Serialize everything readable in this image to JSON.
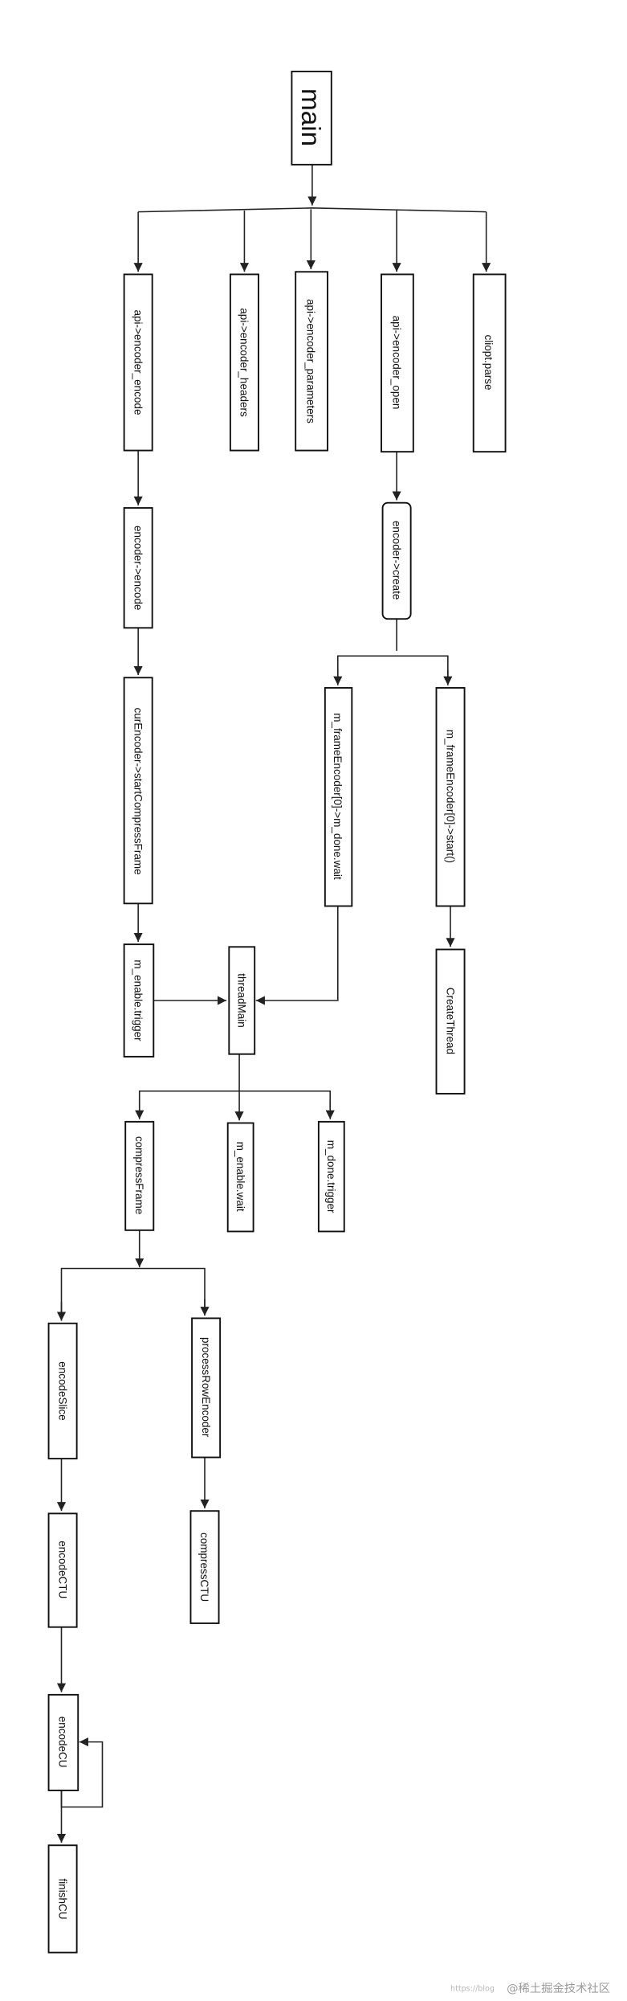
{
  "diagram": {
    "nodes": {
      "main": "main",
      "api_encode": "api->encoder_encode",
      "api_headers": "api->encoder_headers",
      "api_parameters": "api->encoder_parameters",
      "api_open": "api->encoder_open",
      "cliopt_parse": "cliopt.parse",
      "encoder_encode": "encoder->encode",
      "encoder_create": "encoder->create",
      "start_compress": "curEncoder->startCompressFrame",
      "done_wait": "m_frameEncoder[0]->m_done.wait",
      "frame_start": "m_frameEncoder[0]->start()",
      "enable_trigger": "m_enable.trigger",
      "thread_main": "threadMain",
      "create_thread": "CreateThread",
      "compress_frame": "compressFrame",
      "enable_wait": "m_enable.wait",
      "done_trigger": "m_done.trigger",
      "encode_slice": "encodeSlice",
      "process_row": "processRowEncoder",
      "encode_ctu": "encodeCTU",
      "compress_ctu": "compressCTU",
      "encode_cu": "encodeCU",
      "finish_cu": "finishCU"
    }
  },
  "watermark": {
    "url": "https://blog",
    "brand": "@稀土掘金技术社区"
  }
}
